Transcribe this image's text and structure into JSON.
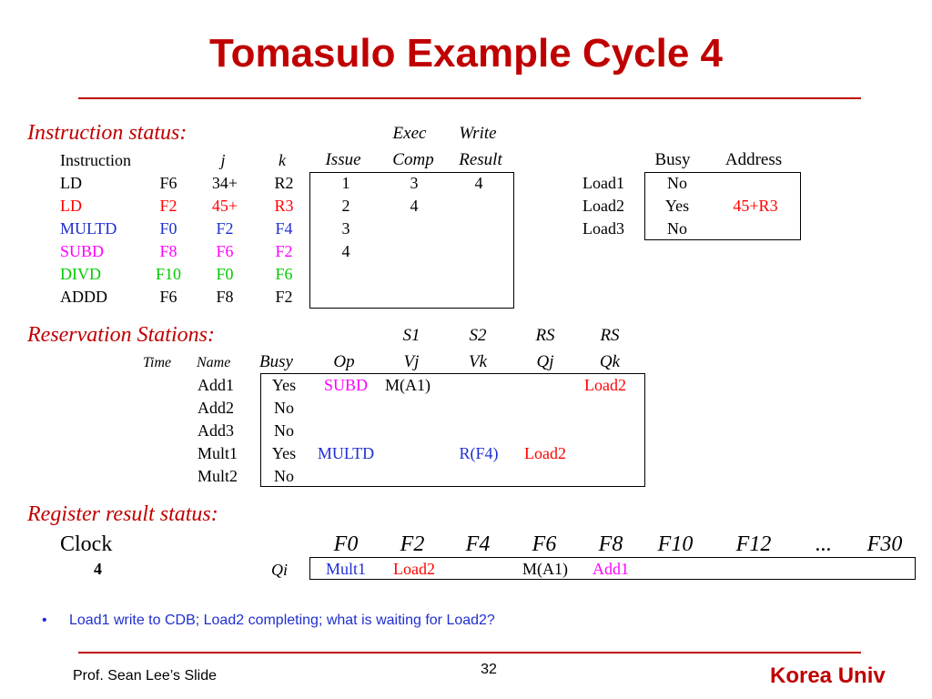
{
  "title": "Tomasulo Example Cycle 4",
  "instruction_status": {
    "section_label": "Instruction status:",
    "header_top": {
      "exec": "Exec",
      "write": "Write"
    },
    "headers": {
      "instruction": "Instruction",
      "j": "j",
      "k": "k",
      "issue": "Issue",
      "comp": "Comp",
      "result": "Result"
    },
    "rows": [
      {
        "op": "LD",
        "j": "F6",
        "k": "34+",
        "k2": "R2",
        "issue": "1",
        "comp": "3",
        "result": "4",
        "color": "#000000"
      },
      {
        "op": "LD",
        "j": "F2",
        "k": "45+",
        "k2": "R3",
        "issue": "2",
        "comp": "4",
        "result": "",
        "color": "#ff0000"
      },
      {
        "op": "MULTD",
        "j": "F0",
        "k": "F2",
        "k2": "F4",
        "issue": "3",
        "comp": "",
        "result": "",
        "color": "#1f2fd0"
      },
      {
        "op": "SUBD",
        "j": "F8",
        "k": "F6",
        "k2": "F2",
        "issue": "4",
        "comp": "",
        "result": "",
        "color": "#ff00ff"
      },
      {
        "op": "DIVD",
        "j": "F10",
        "k": "F0",
        "k2": "F6",
        "issue": "",
        "comp": "",
        "result": "",
        "color": "#00cc00"
      },
      {
        "op": "ADDD",
        "j": "F6",
        "k": "F8",
        "k2": "F2",
        "issue": "",
        "comp": "",
        "result": "",
        "color": "#000000"
      }
    ]
  },
  "load_buffers": {
    "headers": {
      "busy": "Busy",
      "address": "Address"
    },
    "rows": [
      {
        "name": "Load1",
        "busy": "No",
        "address": ""
      },
      {
        "name": "Load2",
        "busy": "Yes",
        "address": "45+R3"
      },
      {
        "name": "Load3",
        "busy": "No",
        "address": ""
      }
    ]
  },
  "reservation_stations": {
    "section_label": "Reservation Stations:",
    "header_top": {
      "s1": "S1",
      "s2": "S2",
      "rs1": "RS",
      "rs2": "RS"
    },
    "headers": {
      "time": "Time",
      "name": "Name",
      "busy": "Busy",
      "op": "Op",
      "vj": "Vj",
      "vk": "Vk",
      "qj": "Qj",
      "qk": "Qk"
    },
    "rows": [
      {
        "name": "Add1",
        "busy": "Yes",
        "op": "SUBD",
        "vj": "M(A1)",
        "vk": "",
        "qj": "",
        "qk": "Load2"
      },
      {
        "name": "Add2",
        "busy": "No",
        "op": "",
        "vj": "",
        "vk": "",
        "qj": "",
        "qk": ""
      },
      {
        "name": "Add3",
        "busy": "No",
        "op": "",
        "vj": "",
        "vk": "",
        "qj": "",
        "qk": ""
      },
      {
        "name": "Mult1",
        "busy": "Yes",
        "op": "MULTD",
        "vj": "",
        "vk": "R(F4)",
        "qj": "Load2",
        "qk": ""
      },
      {
        "name": "Mult2",
        "busy": "No",
        "op": "",
        "vj": "",
        "vk": "",
        "qj": "",
        "qk": ""
      }
    ]
  },
  "register_status": {
    "section_label": "Register result status:",
    "clock_label": "Clock",
    "clock_value": "4",
    "qi_label": "Qi",
    "registers": [
      "F0",
      "F2",
      "F4",
      "F6",
      "F8",
      "F10",
      "F12",
      "...",
      "F30"
    ],
    "qi_values": [
      "Mult1",
      "Load2",
      "",
      "M(A1)",
      "Add1",
      "",
      "",
      "",
      ""
    ]
  },
  "bullet": "Load1 write to CDB; Load2 completing; what is waiting for Load2?",
  "footer": {
    "left": "Prof. Sean Lee’s Slide",
    "page": "32",
    "right": "Korea Univ"
  },
  "colors": {
    "title": "#c00000",
    "red": "#ff0000",
    "blue": "#1f2fd0",
    "magenta": "#ff00ff",
    "green": "#00cc00"
  }
}
